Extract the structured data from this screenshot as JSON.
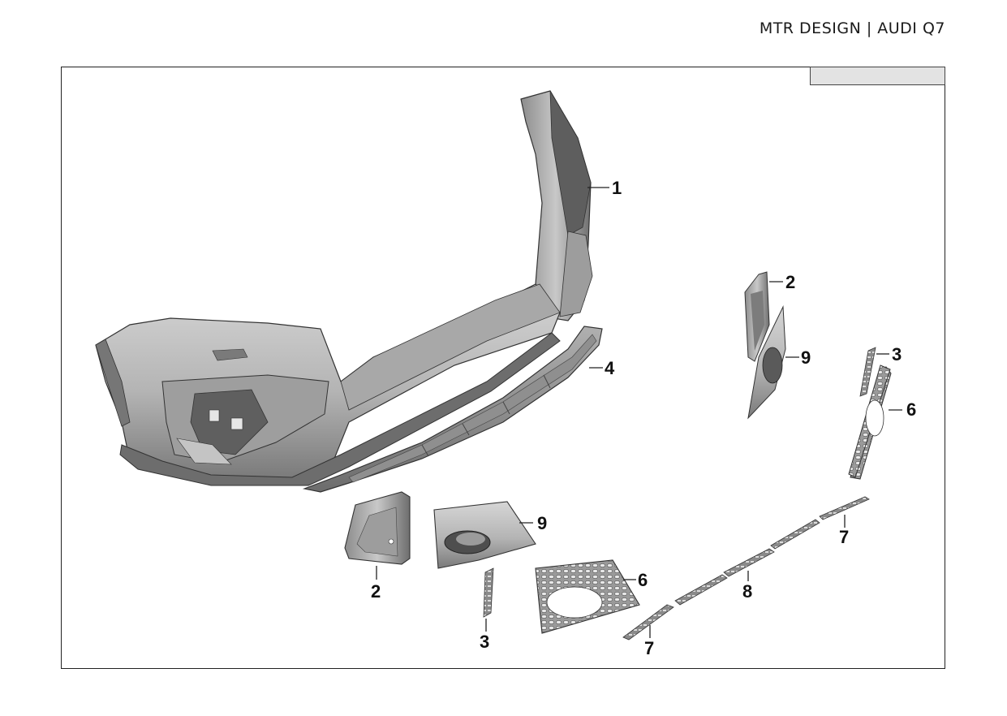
{
  "header": {
    "title": "MTR DESIGN | AUDI Q7"
  },
  "callouts": {
    "c1": "1",
    "c2a": "2",
    "c2b": "2",
    "c3a": "3",
    "c3b": "3",
    "c4": "4",
    "c6a": "6",
    "c6b": "6",
    "c7a": "7",
    "c7b": "7",
    "c8": "8",
    "c9a": "9",
    "c9b": "9"
  },
  "colors": {
    "part_light": "#c9c9c9",
    "part_mid": "#9a9a9a",
    "part_dark": "#5a5a5a",
    "mesh": "#7d7d7d"
  }
}
